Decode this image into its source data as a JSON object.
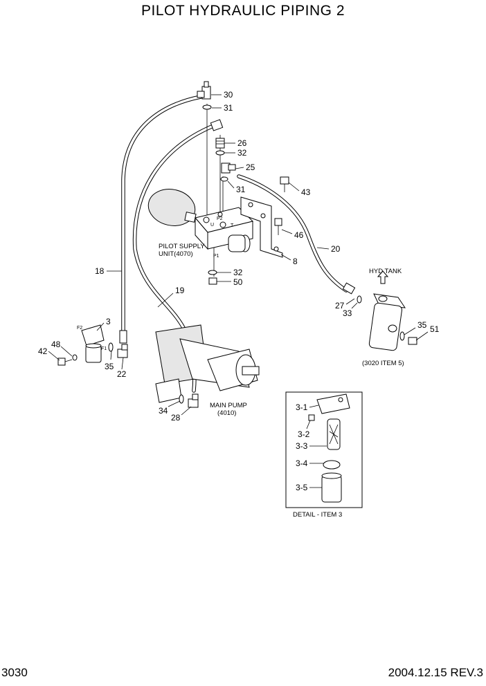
{
  "title": "PILOT HYDRAULIC PIPING 2",
  "page_number": "3030",
  "footer": "2004.12.15  REV.3",
  "labels": {
    "pilot_supply_line1": "PILOT SUPPLY",
    "pilot_supply_line2": "UNIT(4070)",
    "main_pump_line1": "MAIN PUMP",
    "main_pump_line2": "(4010)",
    "hyd_tank": "HYD TANK",
    "tank_ref": "(3020 ITEM 5)",
    "detail_caption": "DETAIL - ITEM 3",
    "port_u": "U",
    "port_p2": "P2",
    "port_t": "T",
    "port_p1": "P1",
    "port_f1": "F1",
    "port_f2": "F2"
  },
  "callouts": {
    "c30": "30",
    "c31a": "31",
    "c26": "26",
    "c32a": "32",
    "c25": "25",
    "c31b": "31",
    "c43": "43",
    "c46": "46",
    "c20": "20",
    "c8": "8",
    "c32b": "32",
    "c50": "50",
    "c18": "18",
    "c19": "19",
    "c3": "3",
    "c48": "48",
    "c42": "42",
    "c35a": "35",
    "c22": "22",
    "c34": "34",
    "c28": "28",
    "c27": "27",
    "c33": "33",
    "c35b": "35",
    "c51": "51",
    "d31": "3-1",
    "d32": "3-2",
    "d33": "3-3",
    "d34": "3-4",
    "d35": "3-5"
  }
}
